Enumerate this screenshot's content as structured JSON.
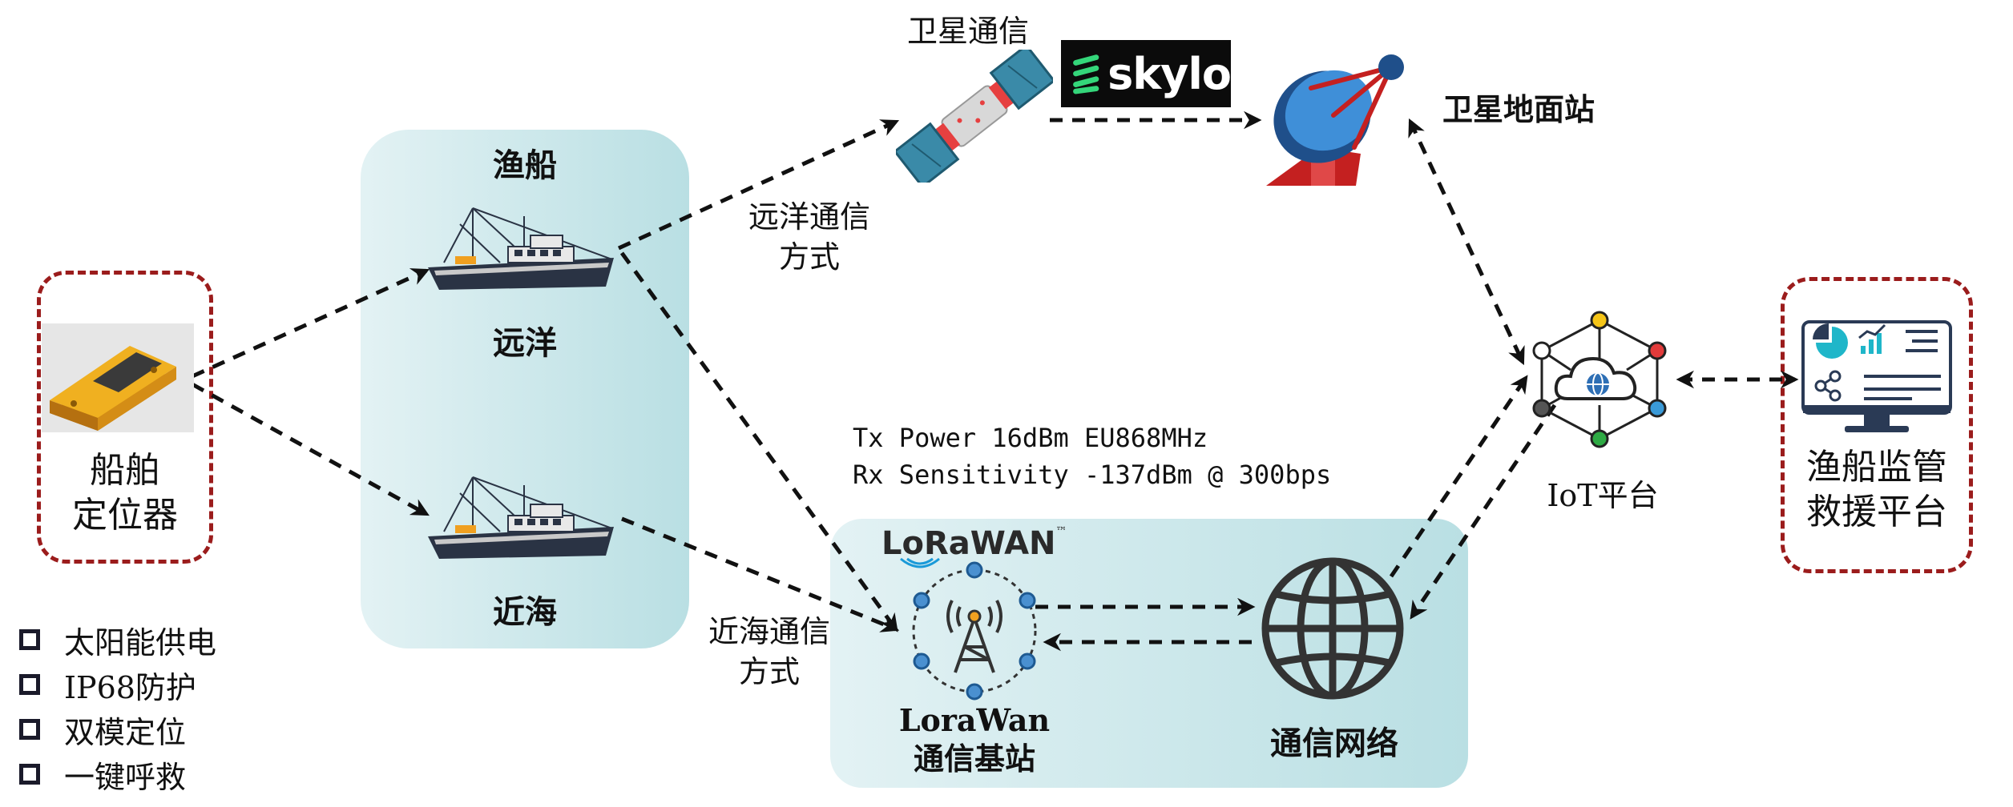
{
  "colors": {
    "panel": "#cde9ec",
    "dashed_red": "#9b1c1c",
    "arrow": "#111111",
    "device_gold": "#e3a21a",
    "node_blue": "#2e6fb5",
    "globe_dark": "#333333"
  },
  "satellite": {
    "label": "卫星通信",
    "icon": "satellite-icon"
  },
  "skylo": {
    "logo_text": "skylo"
  },
  "ground_station": {
    "label": "卫星地面站",
    "icon": "satellite-dish-icon"
  },
  "ocean_panel": {
    "top_title": "渔船",
    "far_label": "远洋",
    "near_label": "近海",
    "boat_icon": "fishing-boat-icon"
  },
  "ocean_comm": {
    "line1": "远洋通信",
    "line2": "方式"
  },
  "near_comm": {
    "line1": "近海通信",
    "line2": "方式"
  },
  "locator": {
    "line1": "船舶",
    "line2": "定位器",
    "icon": "gps-locator-device-icon"
  },
  "features": [
    "太阳能供电",
    "IP68防护",
    "双模定位",
    "一键呼救"
  ],
  "specs": {
    "line1": "Tx Power 16dBm EU868MHz",
    "line2": "Rx Sensitivity -137dBm @ 300bps"
  },
  "lorawan": {
    "logo_text": "LoRaWAN",
    "logo_tm": "™",
    "label_line1": "LoraWan",
    "label_line2": "通信基站",
    "icon": "base-station-tower-icon"
  },
  "network": {
    "label": "通信网络",
    "icon": "globe-icon"
  },
  "iot": {
    "label": "IoT平台",
    "icon": "cloud-network-icon"
  },
  "monitor": {
    "line1": "渔船监管",
    "line2": "救援平台",
    "icon": "dashboard-monitor-icon"
  }
}
